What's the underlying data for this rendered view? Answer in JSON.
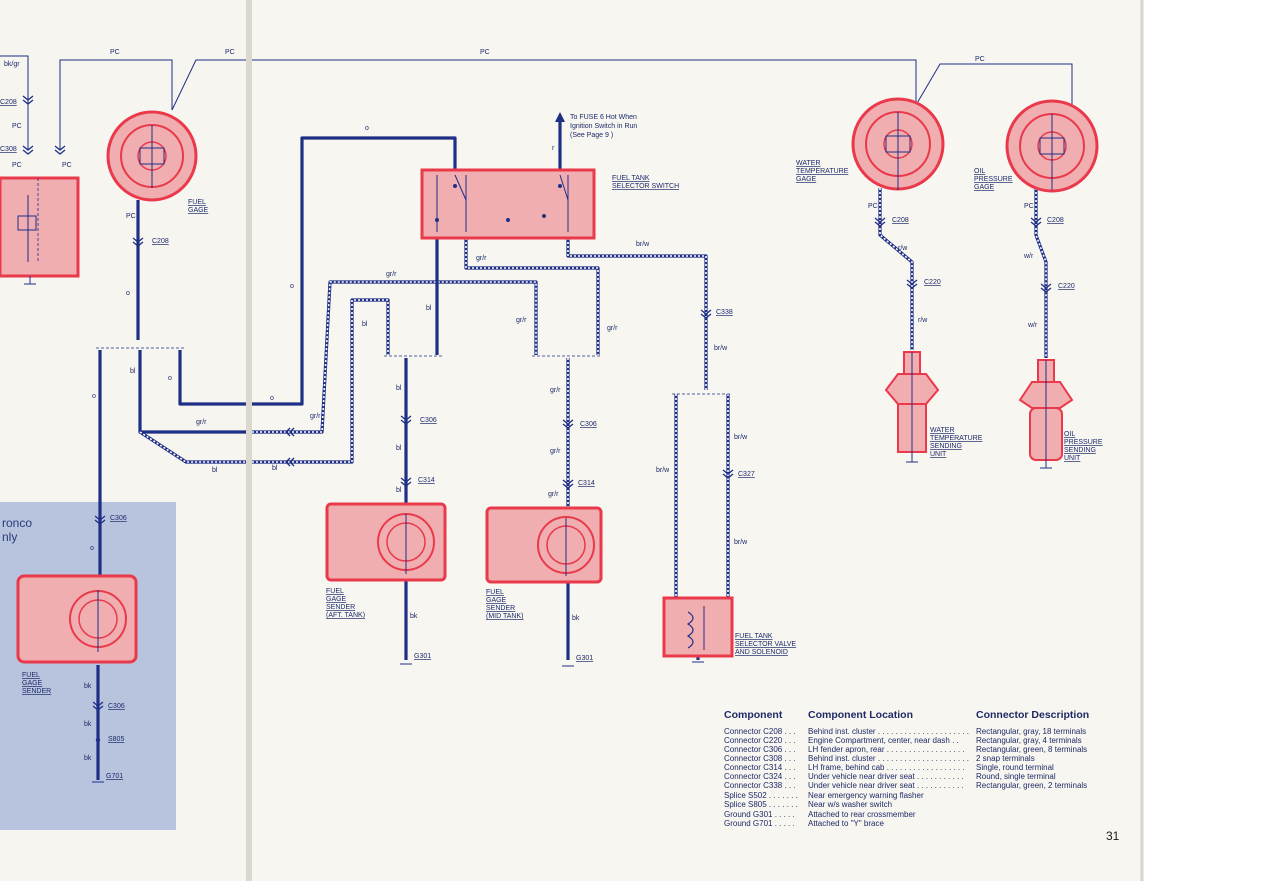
{
  "page_number": "31",
  "left_box_label": "ronco\nnly",
  "labels": {
    "pc": "PC",
    "bk_gr": "bk/gr",
    "c208": "C208",
    "c308": "C308",
    "c306": "C306",
    "c314": "C314",
    "c220": "C220",
    "c338": "C338",
    "c327": "C327",
    "s805": "S805",
    "g701": "G701",
    "g301": "G301",
    "o": "o",
    "bl": "bl",
    "gr_r": "gr/r",
    "br_w": "br/w",
    "bk": "bk",
    "r": "r",
    "r_w": "r/w",
    "w_r": "w/r",
    "fuse_note_1": "To FUSE 6 Hot When",
    "fuse_note_2": "Ignition Switch in Run",
    "fuse_note_3": "(See Page 9 )"
  },
  "components": {
    "fuel_gage": [
      "FUEL",
      "GAGE"
    ],
    "fuel_tank_selector": [
      "FUEL TANK",
      "SELECTOR SWITCH"
    ],
    "water_temp_gage": [
      "WATER",
      "TEMPERATURE",
      "GAGE"
    ],
    "oil_pressure_gage": [
      "OIL",
      "PRESSURE",
      "GAGE"
    ],
    "water_temp_sender": [
      "WATER",
      "TEMPERATURE",
      "SENDING",
      "UNIT"
    ],
    "oil_pressure_sender": [
      "OIL",
      "PRESSURE",
      "SENDING",
      "UNIT"
    ],
    "fuel_sender_aft": [
      "FUEL",
      "GAGE",
      "SENDER",
      "(AFT. TANK)"
    ],
    "fuel_sender_mid": [
      "FUEL",
      "GAGE",
      "SENDER",
      "(MID TANK)"
    ],
    "fuel_gage_sender": [
      "FUEL",
      "GAGE",
      "SENDER"
    ],
    "selector_valve": [
      "FUEL TANK",
      "SELECTOR VALVE",
      "AND SOLENOID"
    ]
  },
  "legend": {
    "headers": [
      "Component",
      "Component Location",
      "Connector Description"
    ],
    "rows": [
      {
        "component": "Connector C208 . . .",
        "location": "Behind inst. cluster . . . . . . . . . . . . . . . . . . . . .",
        "description": "Rectangular, gray, 18 terminals"
      },
      {
        "component": "Connector C220 . . .",
        "location": "Engine Compartment, center, near dash . .",
        "description": "Rectangular, gray, 4 terminals"
      },
      {
        "component": "Connector C306 . . .",
        "location": "LH fender apron, rear . . . . . . . . . . . . . . . . . .",
        "description": "Rectangular, green, 8 terminals"
      },
      {
        "component": "Connector C308 . . .",
        "location": "Behind inst. cluster . . . . . . . . . . . . . . . . . . . . .",
        "description": "2 snap terminals"
      },
      {
        "component": "Connector C314 . . .",
        "location": "LH frame, behind cab . . . . . . . . . . . . . . . . . .",
        "description": "Single, round terminal"
      },
      {
        "component": "Connector C324 . . .",
        "location": "Under vehicle near driver seat . . . . . . . . . . .",
        "description": "Round, single terminal"
      },
      {
        "component": "Connector C338 . . .",
        "location": "Under vehicle near driver seat . . . . . . . . . . .",
        "description": "Rectangular, green, 2 terminals"
      },
      {
        "component": "Splice S502 . . . . . . .",
        "location": "Near emergency warning flasher",
        "description": ""
      },
      {
        "component": "Splice S805 . . . . . . .",
        "location": "Near w/s washer switch",
        "description": ""
      },
      {
        "component": "Ground G301 . . . . .",
        "location": "Attached to rear crossmember",
        "description": ""
      },
      {
        "component": "Ground G701 . . . . .",
        "location": "Attached to \"Y\" brace",
        "description": ""
      }
    ]
  }
}
